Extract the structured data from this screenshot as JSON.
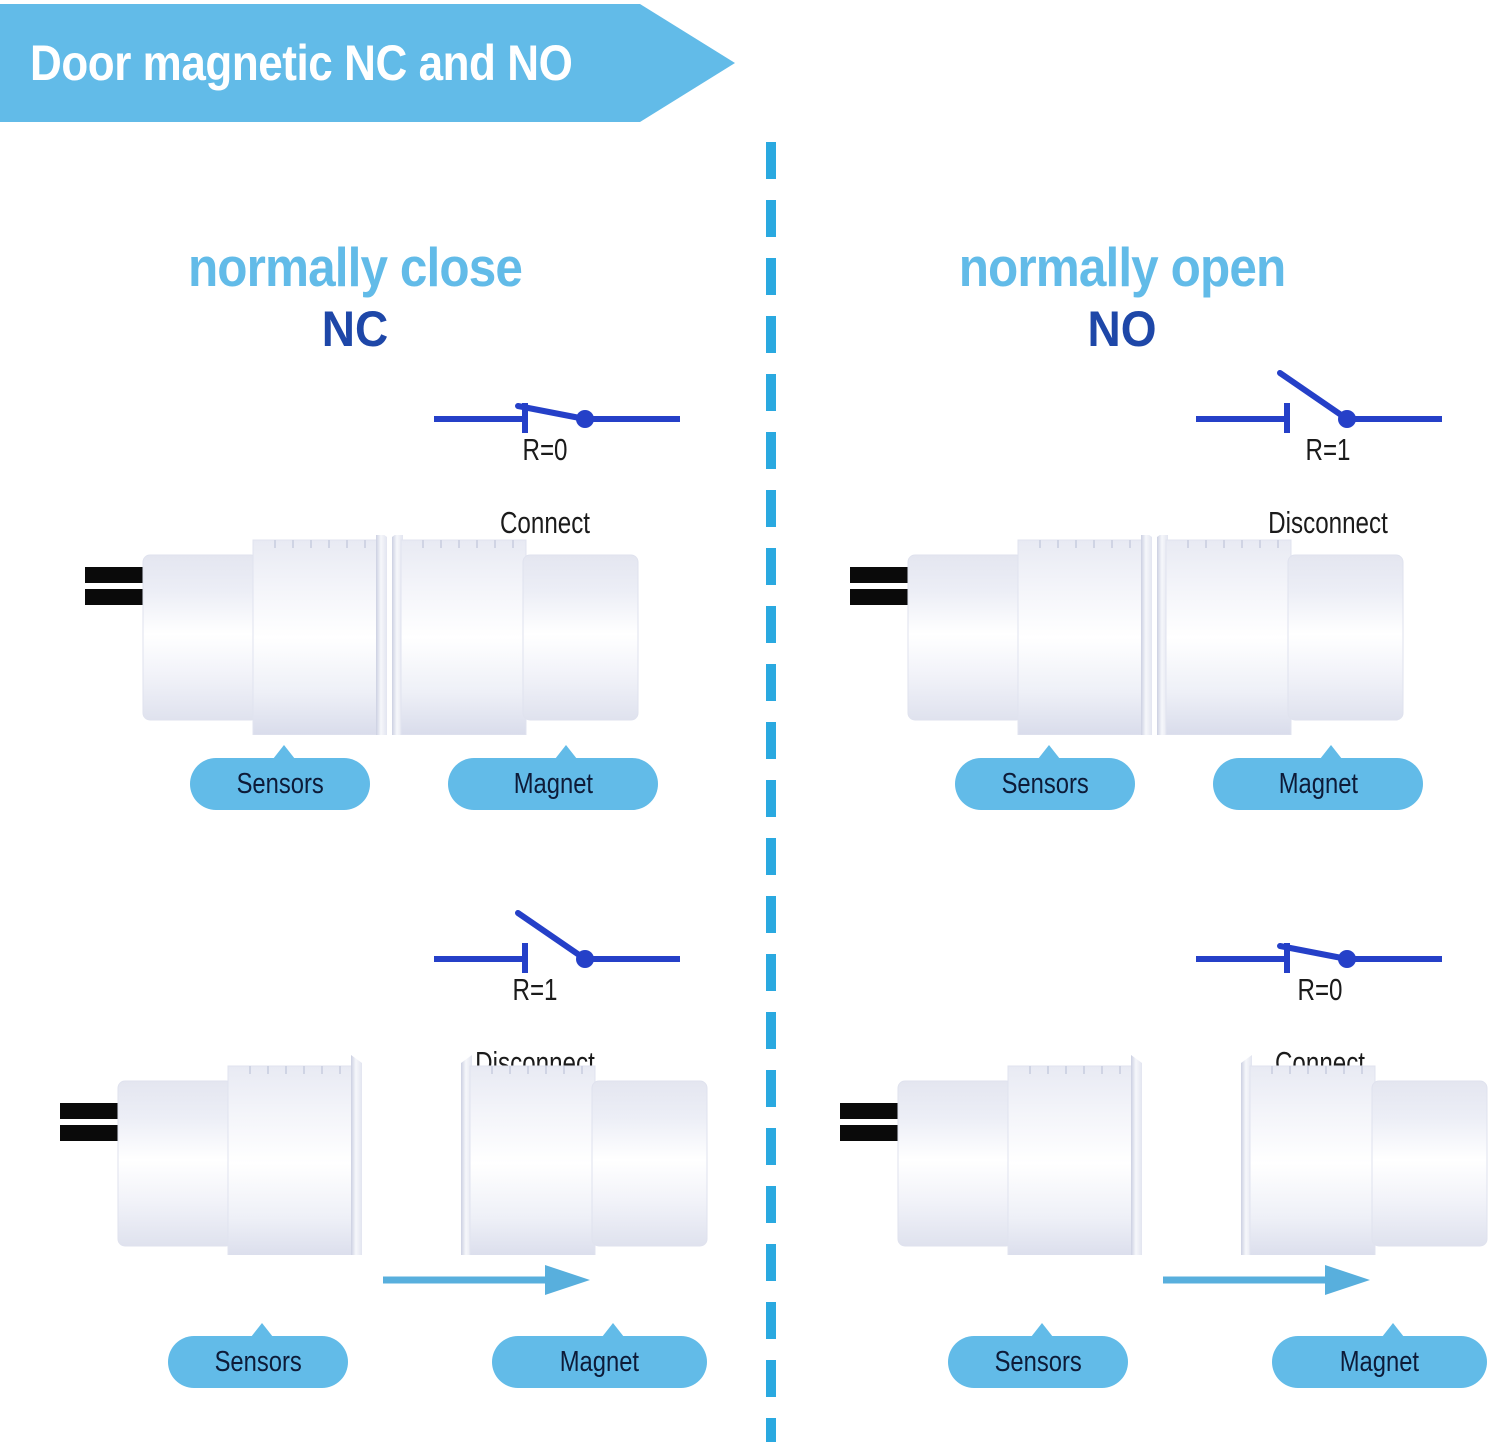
{
  "banner": {
    "title": "Door magnetic NC and NO",
    "color": "#62bbe8",
    "text_color": "#ffffff"
  },
  "colors": {
    "accent_light_blue": "#62bbe8",
    "accent_dark_blue": "#1e47a8",
    "switch_blue": "#2540c8",
    "arrow_blue": "#58afdd",
    "label_text": "#0d1b38",
    "wire_black": "#0a0a0a",
    "divider_blue": "#2aa9e0"
  },
  "divider": {
    "orientation": "vertical",
    "style": "dashed"
  },
  "columns": [
    {
      "id": "nc",
      "heading": "normally close",
      "abbr": "NC",
      "rows": [
        {
          "id": "nc-closed",
          "switch_state": "closed",
          "resistance": "R=0",
          "status": "Connect",
          "devices_touching": true,
          "move_arrow": false,
          "labels": {
            "sensor": "Sensors",
            "magnet": "Magnet"
          }
        },
        {
          "id": "nc-open",
          "switch_state": "open",
          "resistance": "R=1",
          "status": "Disconnect",
          "devices_touching": false,
          "move_arrow": true,
          "labels": {
            "sensor": "Sensors",
            "magnet": "Magnet"
          }
        }
      ]
    },
    {
      "id": "no",
      "heading": "normally open",
      "abbr": "NO",
      "rows": [
        {
          "id": "no-open",
          "switch_state": "open",
          "resistance": "R=1",
          "status": "Disconnect",
          "devices_touching": true,
          "move_arrow": false,
          "labels": {
            "sensor": "Sensors",
            "magnet": "Magnet"
          }
        },
        {
          "id": "no-closed",
          "switch_state": "closed",
          "resistance": "R=0",
          "status": "Connect",
          "devices_touching": false,
          "move_arrow": true,
          "labels": {
            "sensor": "Sensors",
            "magnet": "Magnet"
          }
        }
      ]
    }
  ]
}
